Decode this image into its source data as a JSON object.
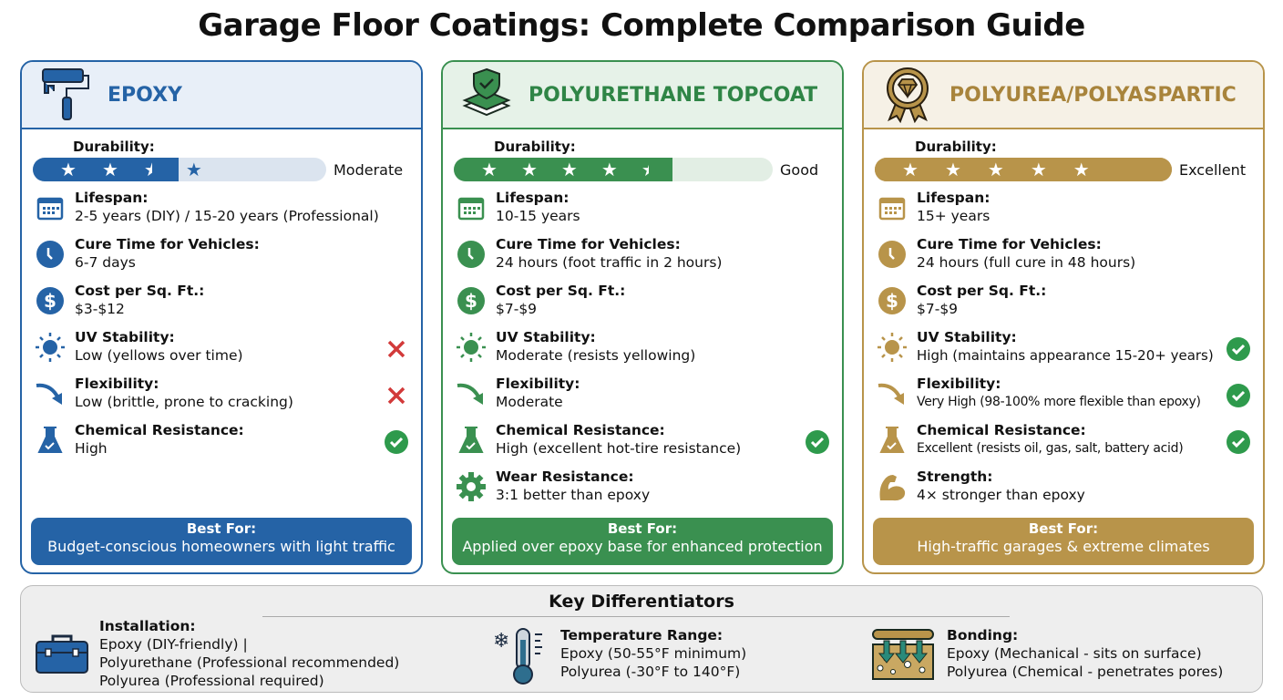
{
  "title": "Garage Floor Coatings: Complete Comparison Guide",
  "colors": {
    "epoxy": "#2563a6",
    "polyurethane": "#3a9050",
    "polyurea": "#b8944a",
    "cross": "#d23a3a",
    "check": "#2e9a4c"
  },
  "cards": [
    {
      "name": "EPOXY",
      "icon": "paint-roller-icon",
      "durability_label": "Durability:",
      "durability_rating": 2.5,
      "durability_text": "Moderate",
      "features": [
        {
          "icon": "calendar-icon",
          "label": "Lifespan:",
          "value": "2-5 years (DIY) / 15-20 years (Professional)",
          "mark": ""
        },
        {
          "icon": "clock-icon",
          "label": "Cure Time for Vehicles:",
          "value": "6-7 days",
          "mark": ""
        },
        {
          "icon": "dollar-icon",
          "label": "Cost per Sq. Ft.:",
          "value": "$3-$12",
          "mark": ""
        },
        {
          "icon": "sun-icon",
          "label": "UV Stability:",
          "value": "Low (yellows over time)",
          "mark": "cross"
        },
        {
          "icon": "flex-arrow-icon",
          "label": "Flexibility:",
          "value": "Low (brittle, prone to cracking)",
          "mark": "cross"
        },
        {
          "icon": "flask-icon",
          "label": "Chemical Resistance:",
          "value": "High",
          "mark": "check"
        }
      ],
      "best_for_label": "Best For:",
      "best_for": "Budget-conscious homeowners with light traffic"
    },
    {
      "name": "POLYURETHANE TOPCOAT",
      "icon": "shield-layers-icon",
      "durability_label": "Durability:",
      "durability_rating": 4.5,
      "durability_text": "Good",
      "features": [
        {
          "icon": "calendar-icon",
          "label": "Lifespan:",
          "value": "10-15 years",
          "mark": ""
        },
        {
          "icon": "clock-icon",
          "label": "Cure Time for Vehicles:",
          "value": "24 hours (foot traffic in 2 hours)",
          "mark": ""
        },
        {
          "icon": "dollar-icon",
          "label": "Cost per Sq. Ft.:",
          "value": "$7-$9",
          "mark": ""
        },
        {
          "icon": "sun-icon",
          "label": "UV Stability:",
          "value": "Moderate (resists yellowing)",
          "mark": ""
        },
        {
          "icon": "flex-arrow-icon",
          "label": "Flexibility:",
          "value": "Moderate",
          "mark": ""
        },
        {
          "icon": "flask-icon",
          "label": "Chemical Resistance:",
          "value": "High (excellent hot-tire resistance)",
          "mark": "check"
        },
        {
          "icon": "gear-icon",
          "label": "Wear Resistance:",
          "value": "3:1 better than epoxy",
          "mark": ""
        }
      ],
      "best_for_label": "Best For:",
      "best_for": "Applied over epoxy base for enhanced protection"
    },
    {
      "name": "POLYUREA/POLYASPARTIC",
      "icon": "diamond-badge-icon",
      "durability_label": "Durability:",
      "durability_rating": 5,
      "durability_text": "Excellent",
      "features": [
        {
          "icon": "calendar-icon",
          "label": "Lifespan:",
          "value": "15+ years",
          "mark": ""
        },
        {
          "icon": "clock-icon",
          "label": "Cure Time for Vehicles:",
          "value": "24 hours (full cure in 48 hours)",
          "mark": ""
        },
        {
          "icon": "dollar-icon",
          "label": "Cost per Sq. Ft.:",
          "value": "$7-$9",
          "mark": ""
        },
        {
          "icon": "sun-icon",
          "label": "UV Stability:",
          "value": "High (maintains appearance 15-20+ years)",
          "mark": "check"
        },
        {
          "icon": "flex-arrow-icon",
          "label": "Flexibility:",
          "value": "Very High (98-100% more flexible than epoxy)",
          "mark": "check"
        },
        {
          "icon": "flask-icon",
          "label": "Chemical Resistance:",
          "value": "Excellent (resists oil, gas, salt, battery acid)",
          "mark": "check"
        },
        {
          "icon": "muscle-icon",
          "label": "Strength:",
          "value": "4× stronger than epoxy",
          "mark": ""
        }
      ],
      "best_for_label": "Best For:",
      "best_for": "High-traffic garages & extreme climates"
    }
  ],
  "key_differentiators": {
    "title": "Key Differentiators",
    "items": [
      {
        "icon": "toolbox-icon",
        "label": "Installation:",
        "lines": [
          "Epoxy (DIY-friendly) |",
          "Polyurethane (Professional recommended)",
          "Polyurea (Professional required)"
        ]
      },
      {
        "icon": "thermometer-snowflake-icon",
        "label": "Temperature Range:",
        "lines": [
          "Epoxy (50-55°F minimum)",
          "Polyurea (-30°F to 140°F)"
        ]
      },
      {
        "icon": "bonding-layers-icon",
        "label": "Bonding:",
        "lines": [
          "Epoxy (Mechanical - sits on surface)",
          "Polyurea (Chemical - penetrates pores)"
        ]
      }
    ]
  }
}
